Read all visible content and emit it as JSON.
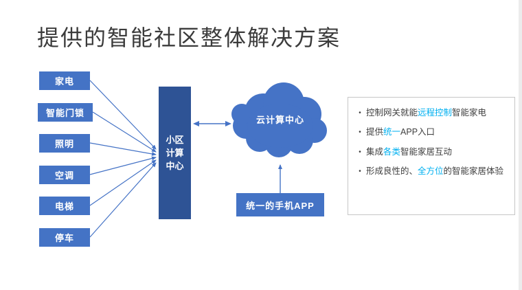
{
  "title": "提供的智能社区整体解决方案",
  "left_boxes": [
    "家电",
    "智能门锁",
    "照明",
    "空调",
    "电梯",
    "停车"
  ],
  "hub": {
    "label": "小区计算中心",
    "lines": [
      "小区",
      "计算",
      "中心"
    ]
  },
  "cloud": {
    "label": "云计算中心"
  },
  "app_box": {
    "label": "统一的手机APP"
  },
  "panel": {
    "bullets": [
      {
        "marker": "•",
        "segments": [
          {
            "text": "控制网关就能"
          },
          {
            "text": "远程控制",
            "highlight": true
          },
          {
            "text": "智能家电"
          }
        ]
      },
      {
        "marker": "•",
        "segments": [
          {
            "text": "提供"
          },
          {
            "text": "统一",
            "highlight": true
          },
          {
            "text": "APP入口"
          }
        ]
      },
      {
        "marker": "•",
        "segments": [
          {
            "text": "集成"
          },
          {
            "text": "各类",
            "highlight": true
          },
          {
            "text": "智能家居互动"
          }
        ]
      },
      {
        "marker": "•",
        "segments": [
          {
            "text": "形成良性的、"
          },
          {
            "text": "全方位",
            "highlight": true
          },
          {
            "text": "的智能家居体验"
          }
        ]
      }
    ]
  },
  "colors": {
    "node_blue": "#4473c5",
    "hub_blue": "#2e5395",
    "highlight_blue": "#00b0f0",
    "title_text": "#3b3b3b",
    "body_text": "#3f3f3f",
    "panel_border": "#c6c6c6"
  }
}
